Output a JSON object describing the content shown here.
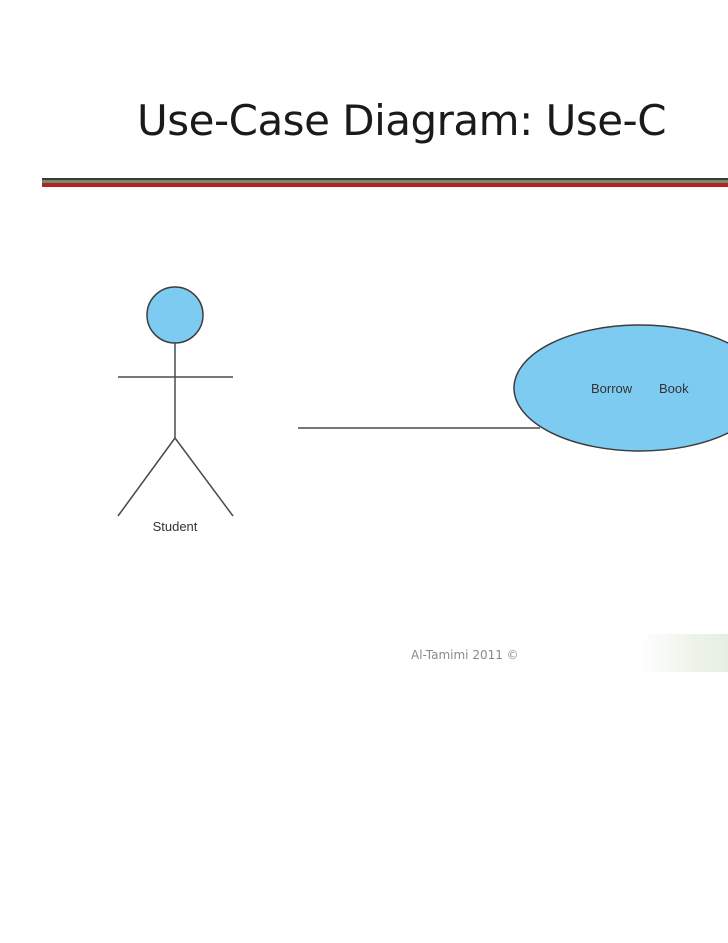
{
  "slide": {
    "title": "Use-Case Diagram: Use-C"
  },
  "diagram": {
    "actor": {
      "label": "Student",
      "head_color": "#7ecbf2"
    },
    "use_case": {
      "word1": "Borrow",
      "word2": "Book",
      "fill_color": "#7ecbf2"
    },
    "line_color": "#4a4a4a"
  },
  "footer": {
    "text": "Al-Tamimi 2011 ©"
  },
  "colors": {
    "rule_green": "#6e8f5f",
    "rule_red": "#b5202a"
  }
}
